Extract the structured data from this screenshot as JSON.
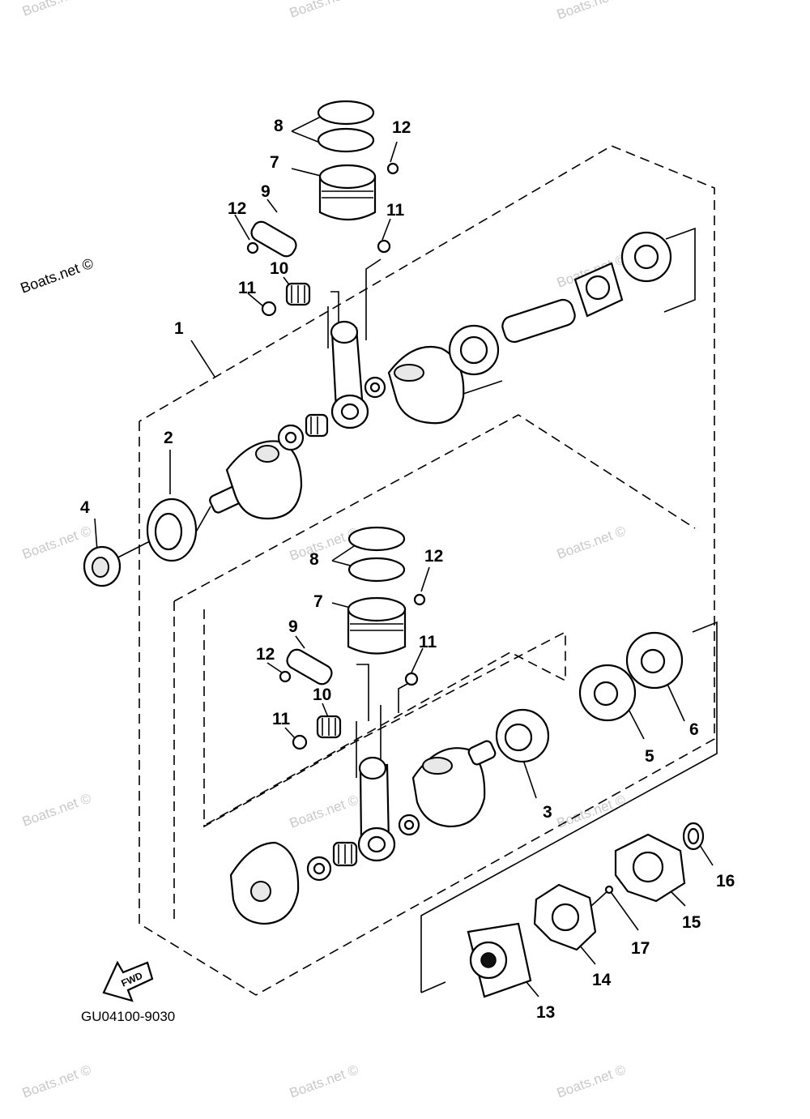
{
  "diagram_code": "GU04100-9030",
  "watermark_main": "Boats.net ©",
  "watermark_faint": "Boats.net ©",
  "fwd_label": "FWD",
  "callouts": {
    "c1": "1",
    "c2": "2",
    "c3": "3",
    "c4": "4",
    "c5": "5",
    "c6": "6",
    "c7a": "7",
    "c7b": "7",
    "c8a": "8",
    "c8b": "8",
    "c9a": "9",
    "c9b": "9",
    "c10a": "10",
    "c10b": "10",
    "c11a": "11",
    "c11b": "11",
    "c11c": "11",
    "c11d": "11",
    "c12a": "12",
    "c12b": "12",
    "c12c": "12",
    "c12d": "12",
    "c13": "13",
    "c14": "14",
    "c15": "15",
    "c16": "16",
    "c17": "17"
  }
}
